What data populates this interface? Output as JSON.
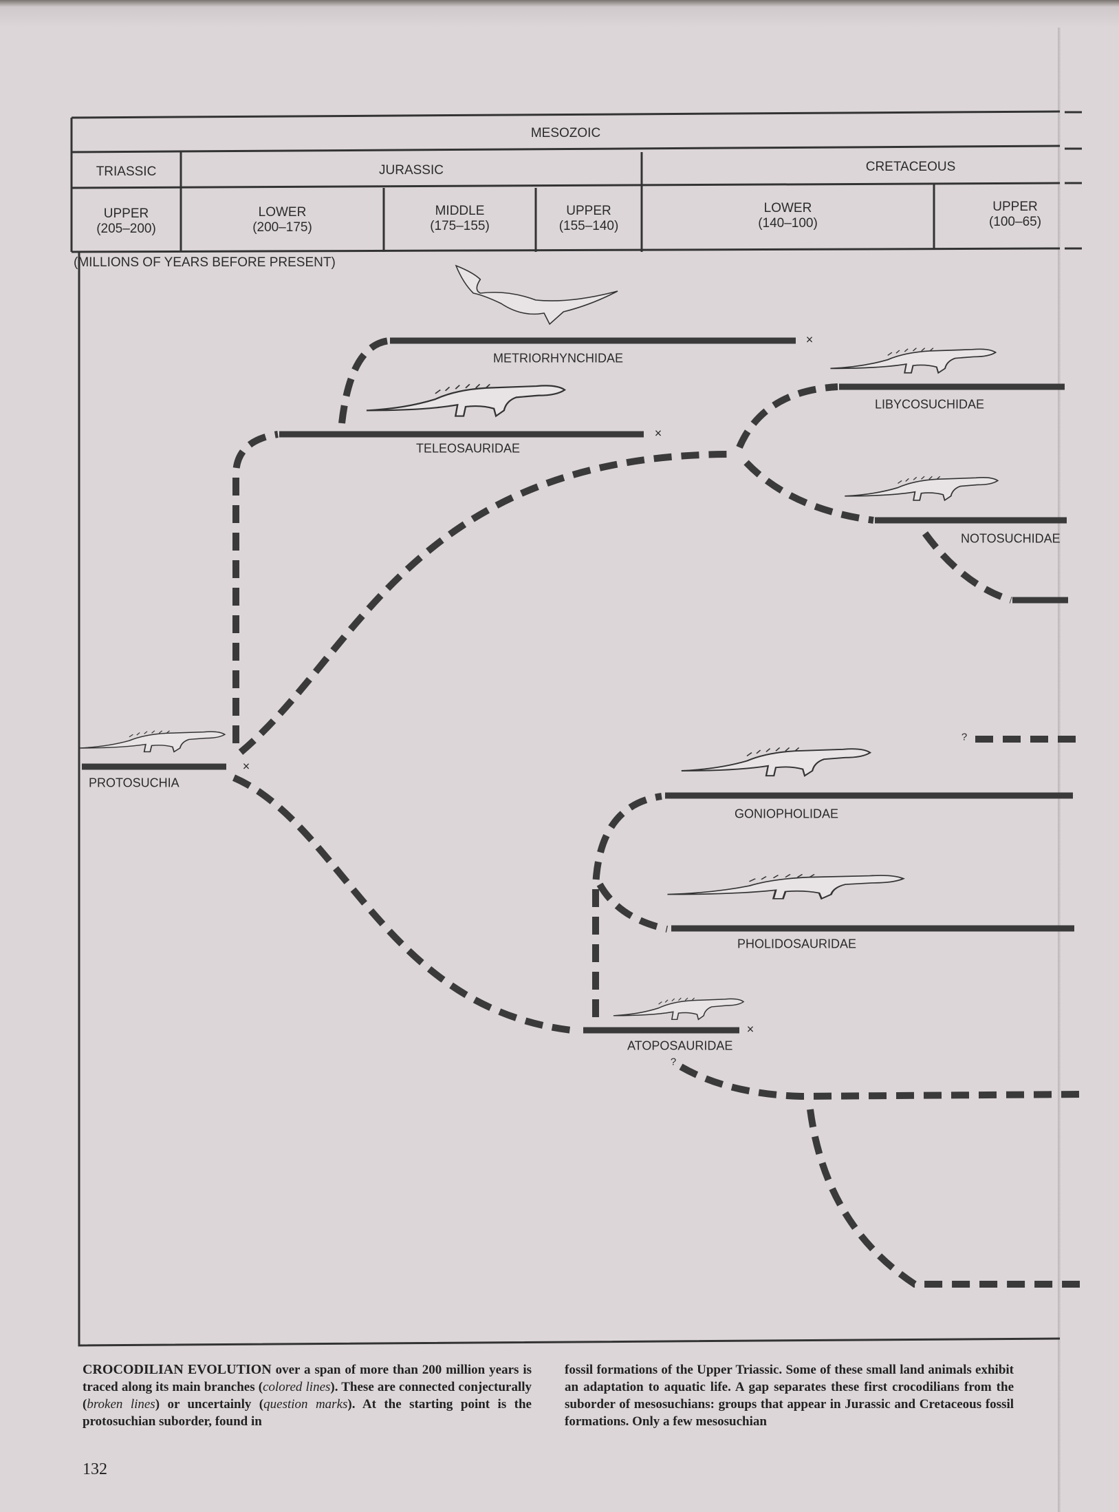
{
  "header": {
    "era": "MESOZOIC",
    "periods": [
      "TRIASSIC",
      "JURASSIC",
      "CRETACEOUS"
    ],
    "epochs": [
      {
        "name": "UPPER",
        "range": "(205–200)"
      },
      {
        "name": "LOWER",
        "range": "(200–175)"
      },
      {
        "name": "MIDDLE",
        "range": "(175–155)"
      },
      {
        "name": "UPPER",
        "range": "(155–140)"
      },
      {
        "name": "LOWER",
        "range": "(140–100)"
      },
      {
        "name": "UPPER",
        "range": "(100–65)"
      }
    ],
    "units_note": "(MILLIONS OF YEARS BEFORE PRESENT)"
  },
  "families": {
    "protosuchia": "PROTOSUCHIA",
    "teleosauridae": "TELEOSAURIDAE",
    "metriorhynchidae": "METRIORHYNCHIDAE",
    "libycosuchidae": "LIBYCOSUCHIDAE",
    "notosuchidae": "NOTOSUCHIDAE",
    "goniopholidae": "GONIOPHOLIDAE",
    "pholidosauridae": "PHOLIDOSAURIDAE",
    "atoposauridae": "ATOPOSAURIDAE"
  },
  "markers": {
    "extinct": "×",
    "uncertain": "?"
  },
  "caption": {
    "title": "CROCODILIAN EVOLUTION",
    "left_1": " over a span of more than 200 million years is traced along its main branches (",
    "left_em1": "colored lines",
    "left_2": "). These are connected conjecturally (",
    "left_em2": "broken lines",
    "left_3": ") or uncertainly (",
    "left_em3": "question marks",
    "left_4": "). At the starting point is the protosuchian suborder, found in",
    "right": "fossil formations of the Upper Triassic. Some of these small land animals exhibit an adaptation to aquatic life. A gap separates these first crocodilians from the suborder of mesosuchians: groups that appear in Jurassic and Cretaceous fossil formations. Only a few mesosuchian"
  },
  "page_number": "132",
  "colors": {
    "ink": "#3a3a3a",
    "paper": "#dcd6d9"
  }
}
